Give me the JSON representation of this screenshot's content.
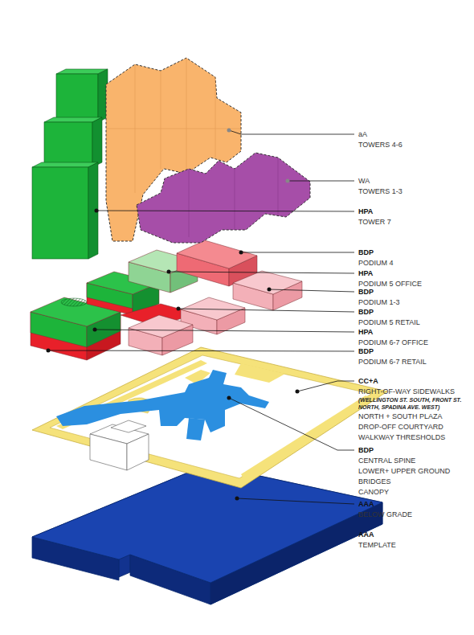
{
  "diagram": {
    "labels": [
      "aA",
      "TOWERS 4-6",
      "WA",
      "TOWERS 1-3",
      "HPA",
      "TOWER 7",
      "BDP",
      "PODIUM 4",
      "HPA",
      "PODIUM 5 OFFICE",
      "BDP",
      "PODIUM 1-3",
      "BDP",
      "PODIUM 5 RETAIL",
      "HPA",
      "PODIUM 6-7 OFFICE",
      "BDP",
      "PODIUM 6-7 RETAIL",
      "CC+A",
      "RIGHT-OF-WAY SIDEWALKS",
      "(WELLINGTON ST. SOUTH, FRONT ST. NORTH, SPADINA AVE. WEST)",
      "NORTH + SOUTH PLAZA",
      "DROP-OFF COURTYARD",
      "WALKWAY THRESHOLDS",
      "BDP",
      "CENTRAL SPINE",
      "LOWER+ UPPER GROUND",
      "BRIDGES",
      "CANOPY",
      "AAA",
      "BELOW GRADE",
      "AAA",
      "TEMPLATE"
    ]
  }
}
